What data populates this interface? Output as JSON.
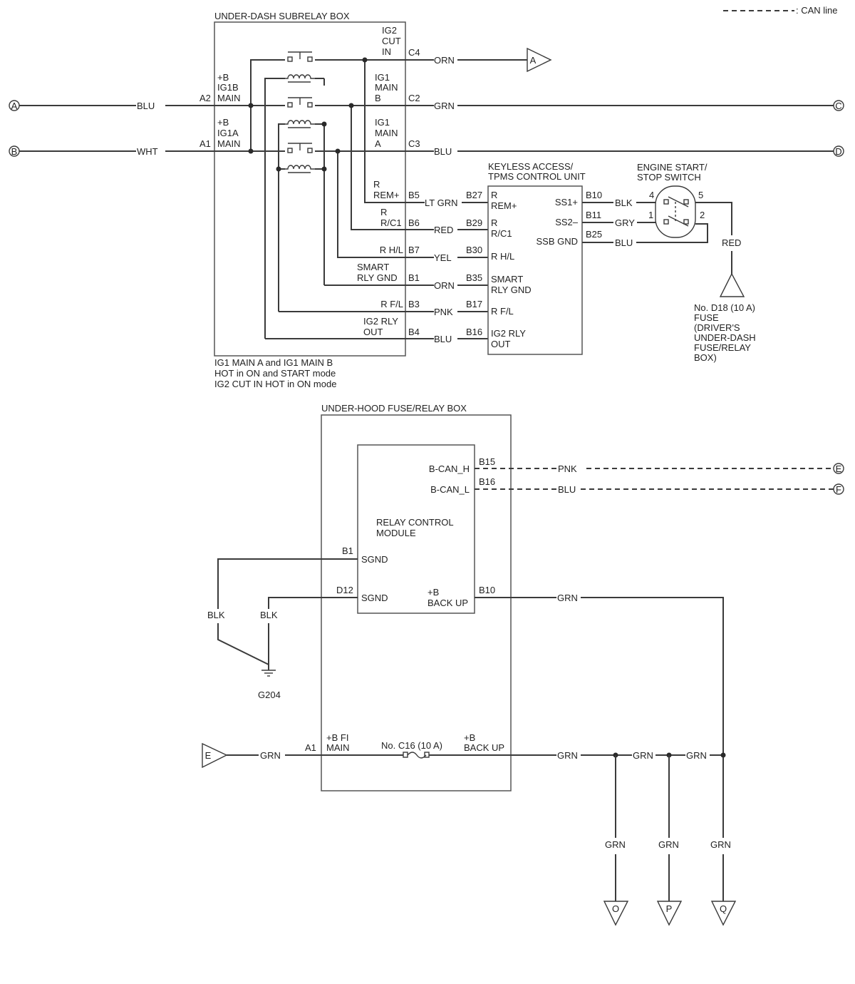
{
  "legend": {
    "text": ": CAN line"
  },
  "subrelay": {
    "title": "UNDER-DASH SUBRELAY BOX",
    "in_pins": {
      "a2": "A2",
      "a1": "A1"
    },
    "in_labels": {
      "ig1b": [
        "+B",
        "IG1B",
        "MAIN"
      ],
      "ig1a": [
        "+B",
        "IG1A",
        "MAIN"
      ]
    },
    "out_labels": {
      "ig2cut": [
        "IG2",
        "CUT",
        "IN"
      ],
      "ig1mb": [
        "IG1",
        "MAIN",
        "B"
      ],
      "ig1ma": [
        "IG1",
        "MAIN",
        "A"
      ],
      "rrem": [
        "R",
        "REM+"
      ],
      "rrc1": [
        "R",
        "R/C1"
      ],
      "rhl": "R H/L",
      "smart": [
        "SMART",
        "RLY GND"
      ],
      "rfl": "R F/L",
      "ig2rly": [
        "IG2 RLY",
        "OUT"
      ]
    },
    "out_pins": {
      "c4": "C4",
      "c2": "C2",
      "c3": "C3",
      "b5": "B5",
      "b6": "B6",
      "b7": "B7",
      "b1": "B1",
      "b3": "B3",
      "b4": "B4"
    },
    "notes": [
      "IG1 MAIN A and IG1 MAIN B",
      "HOT in ON and START mode",
      "IG2 CUT IN HOT in ON mode"
    ]
  },
  "inputs": {
    "a": {
      "letter": "A",
      "wire": "BLU"
    },
    "b": {
      "letter": "B",
      "wire": "WHT"
    }
  },
  "wires_top": {
    "c4": "ORN",
    "c2": "GRN",
    "c3": "BLU",
    "b5": "LT GRN",
    "b6": "RED",
    "b7": "YEL",
    "b1": "ORN",
    "b3": "PNK",
    "b4": "BLU"
  },
  "connectors": {
    "a_out": "A",
    "c": "C",
    "d": "D",
    "e_can": "E",
    "f_can": "F"
  },
  "keyless": {
    "title": [
      "KEYLESS ACCESS/",
      "TPMS CONTROL UNIT"
    ],
    "in_pins": {
      "b27": "B27",
      "b29": "B29",
      "b30": "B30",
      "b35": "B35",
      "b17": "B17",
      "b16": "B16"
    },
    "in_labels": {
      "rrem": [
        "R",
        "REM+"
      ],
      "rrc1": [
        "R",
        "R/C1"
      ],
      "rhl": "R H/L",
      "smart": [
        "SMART",
        "RLY GND"
      ],
      "rfl": "R F/L",
      "ig2rly": [
        "IG2 RLY",
        "OUT"
      ]
    },
    "out_labels": {
      "ss1": "SS1+",
      "ss2": "SS2–",
      "ssbgnd": "SSB GND"
    },
    "out_pins": {
      "b10": "B10",
      "b11": "B11",
      "b25": "B25"
    }
  },
  "switch_wires": {
    "b10": "BLK",
    "b11": "GRY",
    "b25": "BLU",
    "red": "RED"
  },
  "engine_switch": {
    "title": [
      "ENGINE START/",
      "STOP SWITCH"
    ],
    "pins": {
      "p4": "4",
      "p5": "5",
      "p1": "1",
      "p2": "2"
    }
  },
  "fuse_d18": {
    "lines": [
      "No. D18 (10 A)",
      "FUSE",
      "(DRIVER'S",
      "UNDER-DASH",
      "FUSE/RELAY",
      "BOX)"
    ]
  },
  "underhood": {
    "title": "UNDER-HOOD FUSE/RELAY BOX",
    "rcm_title": [
      "RELAY CONTROL",
      "MODULE"
    ],
    "can_h": "B-CAN_H",
    "can_l": "B-CAN_L",
    "pins": {
      "b15": "B15",
      "b16": "B16",
      "b1": "B1",
      "d12": "D12",
      "b10": "B10",
      "a1": "A1"
    },
    "sgnd": "SGND",
    "backup": [
      "+B",
      "BACK UP"
    ],
    "bfimain": [
      "+B FI",
      "MAIN"
    ],
    "fuse_c16": "No. C16 (10 A)",
    "backup2": [
      "+B",
      "BACK UP"
    ]
  },
  "wires_bottom": {
    "pnk": "PNK",
    "blu": "BLU",
    "blk1": "BLK",
    "blk2": "BLK",
    "grn_b10": "GRN",
    "grn_in": "GRN",
    "grn_out1": "GRN",
    "grn_out2": "GRN",
    "grn_out3": "GRN",
    "grn_o": "GRN",
    "grn_p": "GRN",
    "grn_q": "GRN"
  },
  "ground": {
    "label": "G204"
  },
  "bottom_connectors": {
    "e_in": "E",
    "o": "O",
    "p": "P",
    "q": "Q"
  }
}
